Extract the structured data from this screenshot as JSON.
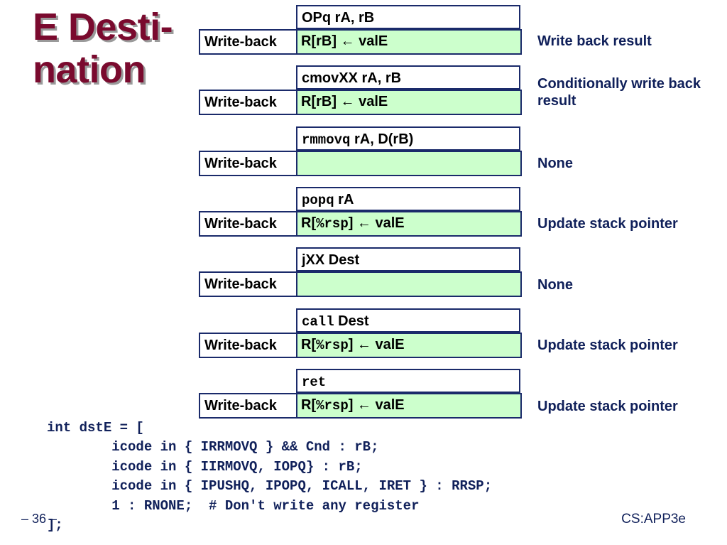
{
  "title": {
    "line1": "E Desti-",
    "line2": "nation"
  },
  "writeback_label": "Write-back",
  "blocks": [
    {
      "instr": [
        {
          "t": "OPq rA, rB",
          "mono": false
        }
      ],
      "value": [
        {
          "t": "R[rB] ← valE",
          "mono": false
        }
      ],
      "desc": "Write back result"
    },
    {
      "instr": [
        {
          "t": "cmovXX rA, rB",
          "mono": false
        }
      ],
      "value": [
        {
          "t": "R[rB] ← valE",
          "mono": false
        }
      ],
      "desc": "Conditionally write back result"
    },
    {
      "instr": [
        {
          "t": "rmmovq",
          "mono": true
        },
        {
          "t": " rA, D(rB)",
          "mono": false
        }
      ],
      "value": [],
      "desc": "None"
    },
    {
      "instr": [
        {
          "t": "popq",
          "mono": true
        },
        {
          "t": " rA",
          "mono": false
        }
      ],
      "value": [
        {
          "t": "R[",
          "mono": false
        },
        {
          "t": "%rsp",
          "mono": true
        },
        {
          "t": "] ← valE",
          "mono": false
        }
      ],
      "desc": "Update stack pointer"
    },
    {
      "instr": [
        {
          "t": "jXX Dest",
          "mono": false
        }
      ],
      "value": [],
      "desc": "None"
    },
    {
      "instr": [
        {
          "t": "call",
          "mono": true
        },
        {
          "t": " Dest",
          "mono": false
        }
      ],
      "value": [
        {
          "t": "R[",
          "mono": false
        },
        {
          "t": "%rsp",
          "mono": true
        },
        {
          "t": "] ← valE",
          "mono": false
        }
      ],
      "desc": "Update stack pointer"
    },
    {
      "instr": [
        {
          "t": "ret",
          "mono": true
        }
      ],
      "value": [
        {
          "t": "R[",
          "mono": false
        },
        {
          "t": "%rsp",
          "mono": true
        },
        {
          "t": "] ← valE",
          "mono": false
        }
      ],
      "desc": "Update stack pointer"
    }
  ],
  "code_lines": [
    "int dstE = [",
    "        icode in { IRRMOVQ } && Cnd : rB;",
    "        icode in { IIRMOVQ, IOPQ} : rB;",
    "        icode in { IPUSHQ, IPOPQ, ICALL, IRET } : RRSP;",
    "        1 : RNONE;  # Don't write any register",
    "];"
  ],
  "page_number": "– 36 –",
  "footer": "CS:APP3e"
}
